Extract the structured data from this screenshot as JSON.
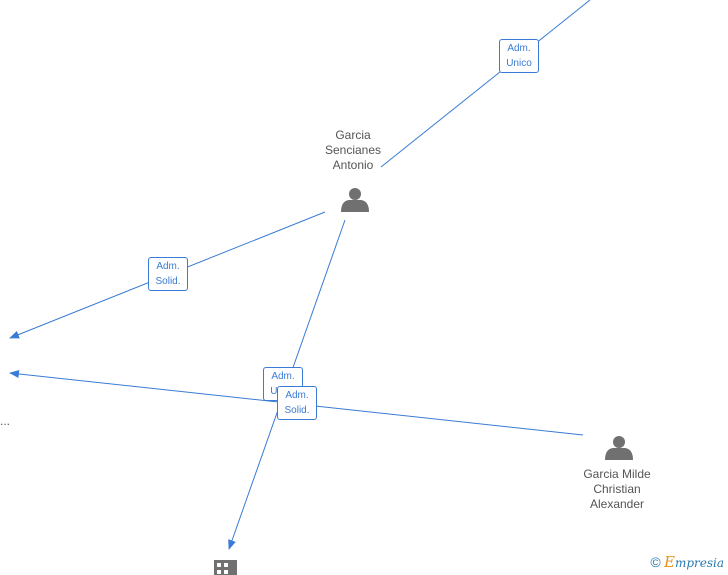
{
  "nodes": {
    "garcia_sencianes": [
      "Garcia",
      "Sencianes",
      "Antonio"
    ],
    "garcia_milde": [
      "Garcia Milde",
      "Christian",
      "Alexander"
    ]
  },
  "edge_labels": {
    "top": [
      "Adm.",
      "Unico"
    ],
    "left": [
      "Adm.",
      "Solid."
    ],
    "center_back": [
      "Adm.",
      "Unico"
    ],
    "center_front": [
      "Adm.",
      "Solid."
    ]
  },
  "truncated_text": "...",
  "watermark": {
    "copyright": "©",
    "brand_first": "E",
    "brand_rest": "mpresia"
  },
  "colors": {
    "edge": "#3a7bd5",
    "icon": "#707070",
    "text": "#555555"
  },
  "icons": [
    "person-icon",
    "building-icon"
  ]
}
